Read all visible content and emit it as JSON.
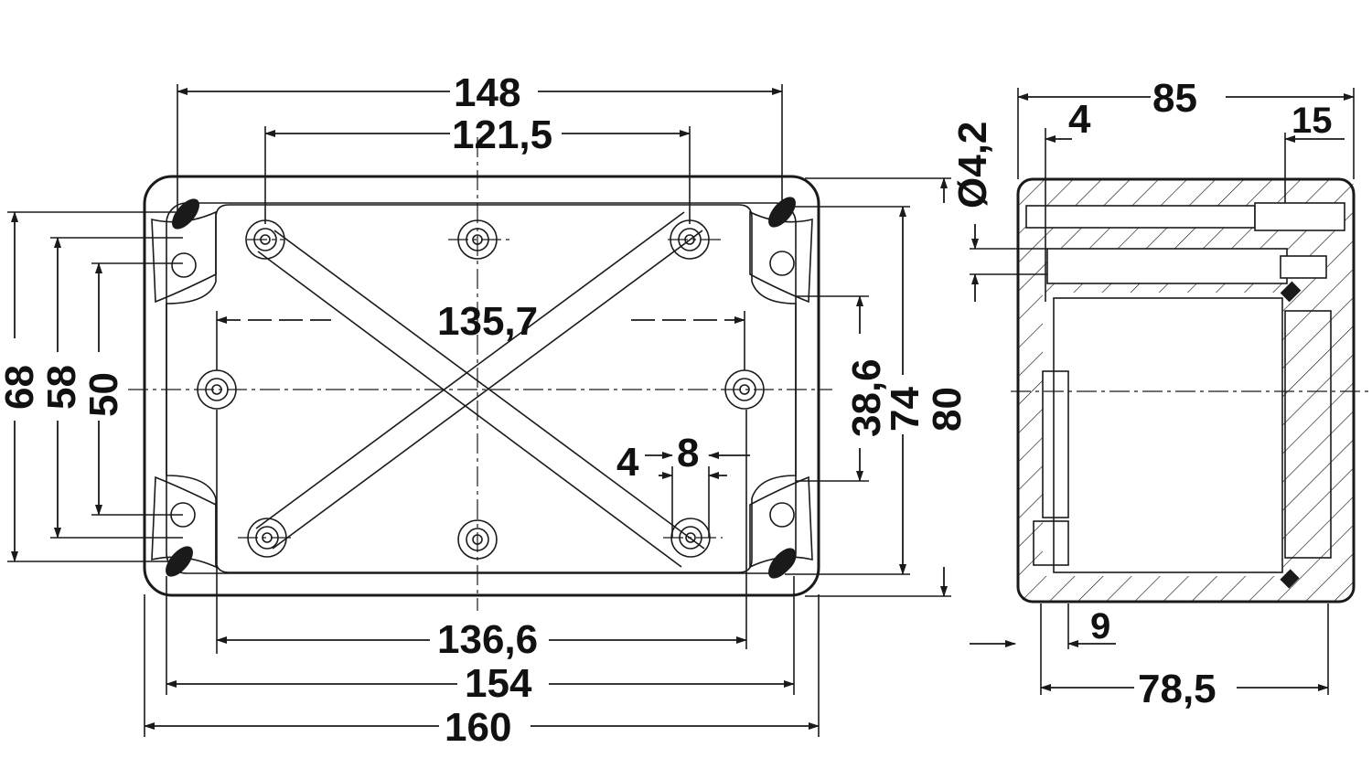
{
  "dimensions": {
    "top_148": "148",
    "top_121_5": "121,5",
    "mid_135_7": "135,7",
    "bottom_136_6": "136,6",
    "bottom_154": "154",
    "bottom_160": "160",
    "left_68": "68",
    "left_58": "58",
    "left_50": "50",
    "right_38_6": "38,6",
    "right_74": "74",
    "right_80": "80",
    "slot_4": "4",
    "slot_8": "8",
    "hole_dia": "Ø4,2",
    "side_85": "85",
    "side_4": "4",
    "side_15": "15",
    "side_9": "9",
    "side_78_5": "78,5"
  },
  "colors": {
    "ink": "#1a1a1a",
    "paper": "#ffffff"
  }
}
